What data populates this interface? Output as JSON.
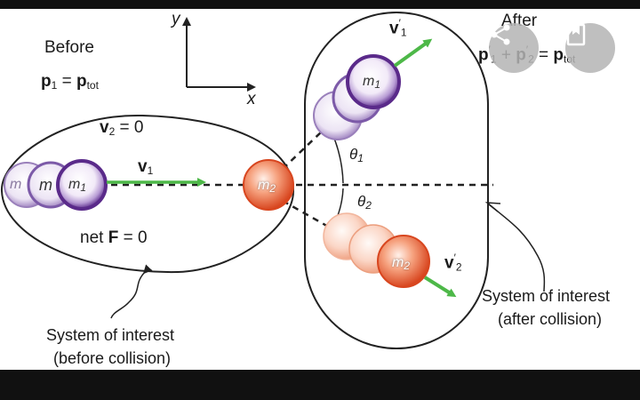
{
  "before": {
    "title": "Before",
    "momentum_eq": {
      "p": "p",
      "sub1": "1",
      "eq": " = ",
      "p2": "p",
      "sub2": "tot"
    },
    "v2_eq": {
      "v": "v",
      "sub": "2",
      "rest": " = 0"
    },
    "v1": {
      "v": "v",
      "sub": "1"
    },
    "net_force": {
      "pre": "net ",
      "F": "F",
      "rest": " = 0"
    },
    "system_label_line1": "System of interest",
    "system_label_line2": "(before collision)"
  },
  "after": {
    "title": "After",
    "momentum_eq": {
      "p1": "p",
      "p1sup": "′",
      "p1sub": "1",
      "plus": " + ",
      "p2": "p",
      "p2sup": "′",
      "p2sub": "2",
      "eq": " = ",
      "p3": "p",
      "p3sub": "tot"
    },
    "v1p": {
      "v": "v",
      "sup": "′",
      "sub": "1"
    },
    "v2p": {
      "v": "v",
      "sup": "′",
      "sub": "2"
    },
    "theta1": {
      "t": "θ",
      "sub": "1"
    },
    "theta2": {
      "t": "θ",
      "sub": "2"
    },
    "system_label_line1": "System of interest",
    "system_label_line2": "(after collision)"
  },
  "axes": {
    "y": "y",
    "x": "x"
  },
  "masses": {
    "m1": {
      "m": "m",
      "sub": "1"
    },
    "m2": {
      "m": "m",
      "sub": "2"
    },
    "ghost_m": "m"
  },
  "colors": {
    "m1_ball": "#6a3a9a",
    "m2_ball": "#e8603c",
    "arrow": "#4db848",
    "ellipse_stroke": "#222222"
  },
  "icons": {
    "share": "share-icon",
    "save": "bookmark-icon"
  }
}
